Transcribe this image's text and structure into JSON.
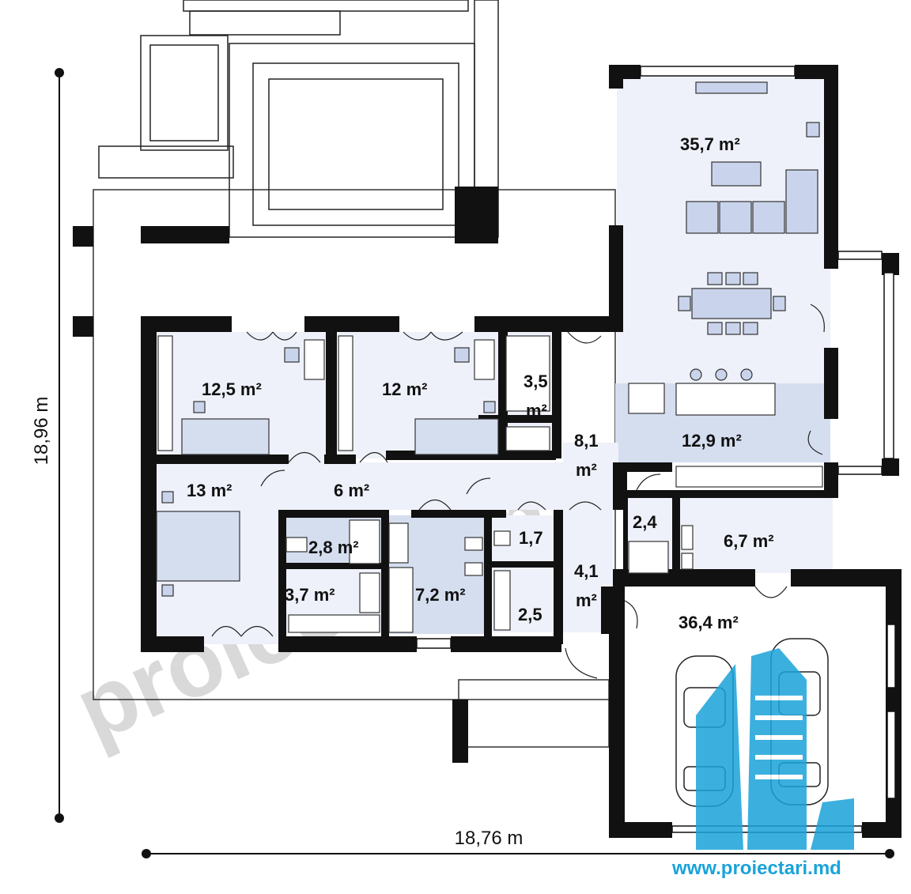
{
  "plan": {
    "dimension_width": "18,76 m",
    "dimension_height": "18,96 m",
    "rooms": {
      "living": "35,7 m²",
      "bedroom_left": "12,5 m²",
      "bedroom_mid": "12 m²",
      "closet_a": "3,5",
      "closet_a_unit": "m²",
      "hall": "8,1",
      "hall_unit": "m²",
      "kitchen": "12,9 m²",
      "master_bedroom": "13 m²",
      "corridor": "6 m²",
      "bath_small": "2,8 m²",
      "wardrobe": "3,7 m²",
      "bathroom": "7,2 m²",
      "wc": "1,7",
      "storage": "2,5",
      "entrance": "4,1",
      "entrance_unit": "m²",
      "pantry": "2,4",
      "boiler": "6,7 m²",
      "garage": "36,4 m²"
    }
  },
  "watermark": {
    "text": "proiectari.md",
    "url": "www.proiectari.md"
  },
  "colors": {
    "wall": "#111111",
    "room_fill": "#eef1f9",
    "wet_fill": "#d5deef",
    "furniture": "#c9d4ec",
    "logo_blue": "#1aa3d9"
  }
}
